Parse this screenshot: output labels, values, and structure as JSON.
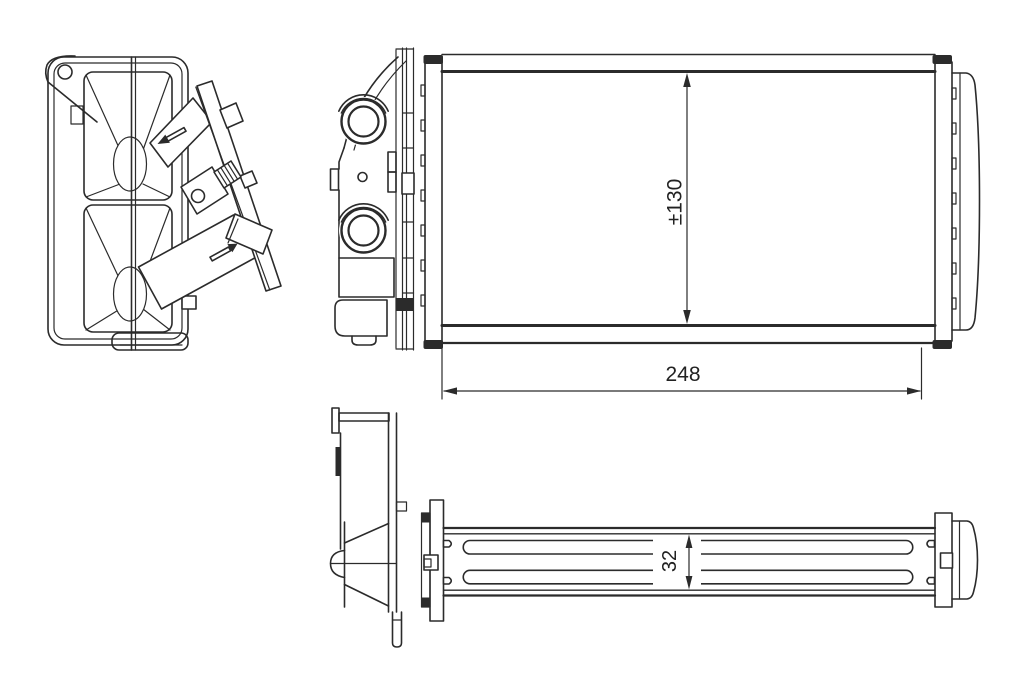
{
  "drawing": {
    "type": "technical-part-drawing",
    "dimensions": {
      "height_label": "±130",
      "width_label": "248",
      "depth_label": "32"
    },
    "colors": {
      "line": "#2b2b2b",
      "background": "#ffffff"
    }
  }
}
